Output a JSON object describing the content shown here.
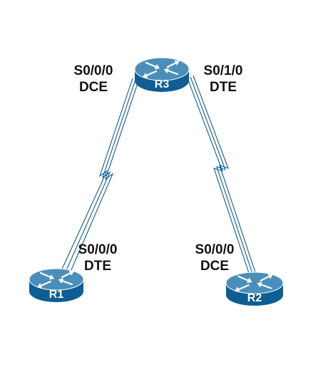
{
  "colors": {
    "router_top": "#4a8fbc",
    "router_side": "#0e5e94",
    "router_label": "#ffffff",
    "link_line": "#0e5e94",
    "text": "#111111"
  },
  "routers": [
    {
      "id": "R3",
      "label": "R3",
      "icon": "router-icon"
    },
    {
      "id": "R1",
      "label": "R1",
      "icon": "router-icon"
    },
    {
      "id": "R2",
      "label": "R2",
      "icon": "router-icon"
    }
  ],
  "links": [
    {
      "from": "R3",
      "to": "R1",
      "type": "serial"
    },
    {
      "from": "R3",
      "to": "R2",
      "type": "serial"
    }
  ],
  "interfaces": [
    {
      "router": "R3",
      "name": "S0/0/0",
      "role": "DCE"
    },
    {
      "router": "R3",
      "name": "S0/1/0",
      "role": "DTE"
    },
    {
      "router": "R1",
      "name": "S0/0/0",
      "role": "DTE"
    },
    {
      "router": "R2",
      "name": "S0/0/0",
      "role": "DCE"
    }
  ]
}
